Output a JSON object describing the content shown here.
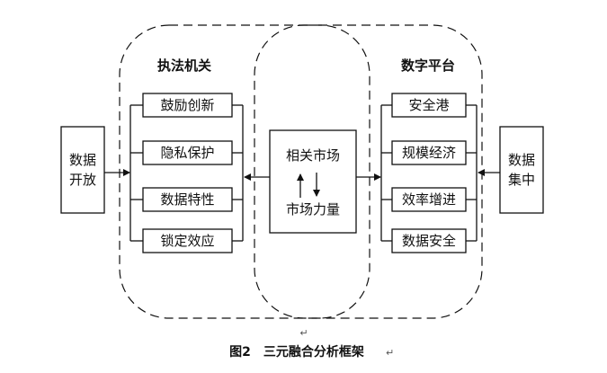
{
  "groups": {
    "law": {
      "title": "执法机关",
      "items": [
        "鼓励创新",
        "隐私保护",
        "数据特性",
        "锁定效应"
      ]
    },
    "platform": {
      "title": "数字平台",
      "items": [
        "安全港",
        "规模经济",
        "效率增进",
        "数据安全"
      ]
    }
  },
  "center": {
    "top": "相关市场",
    "bottom": "市场力量"
  },
  "left_box": {
    "line1": "数据",
    "line2": "开放"
  },
  "right_box": {
    "line1": "数据",
    "line2": "集中"
  },
  "paragraph_mark": "↵",
  "caption": {
    "text": "图2　三元融合分析框架",
    "mark": "↵"
  }
}
